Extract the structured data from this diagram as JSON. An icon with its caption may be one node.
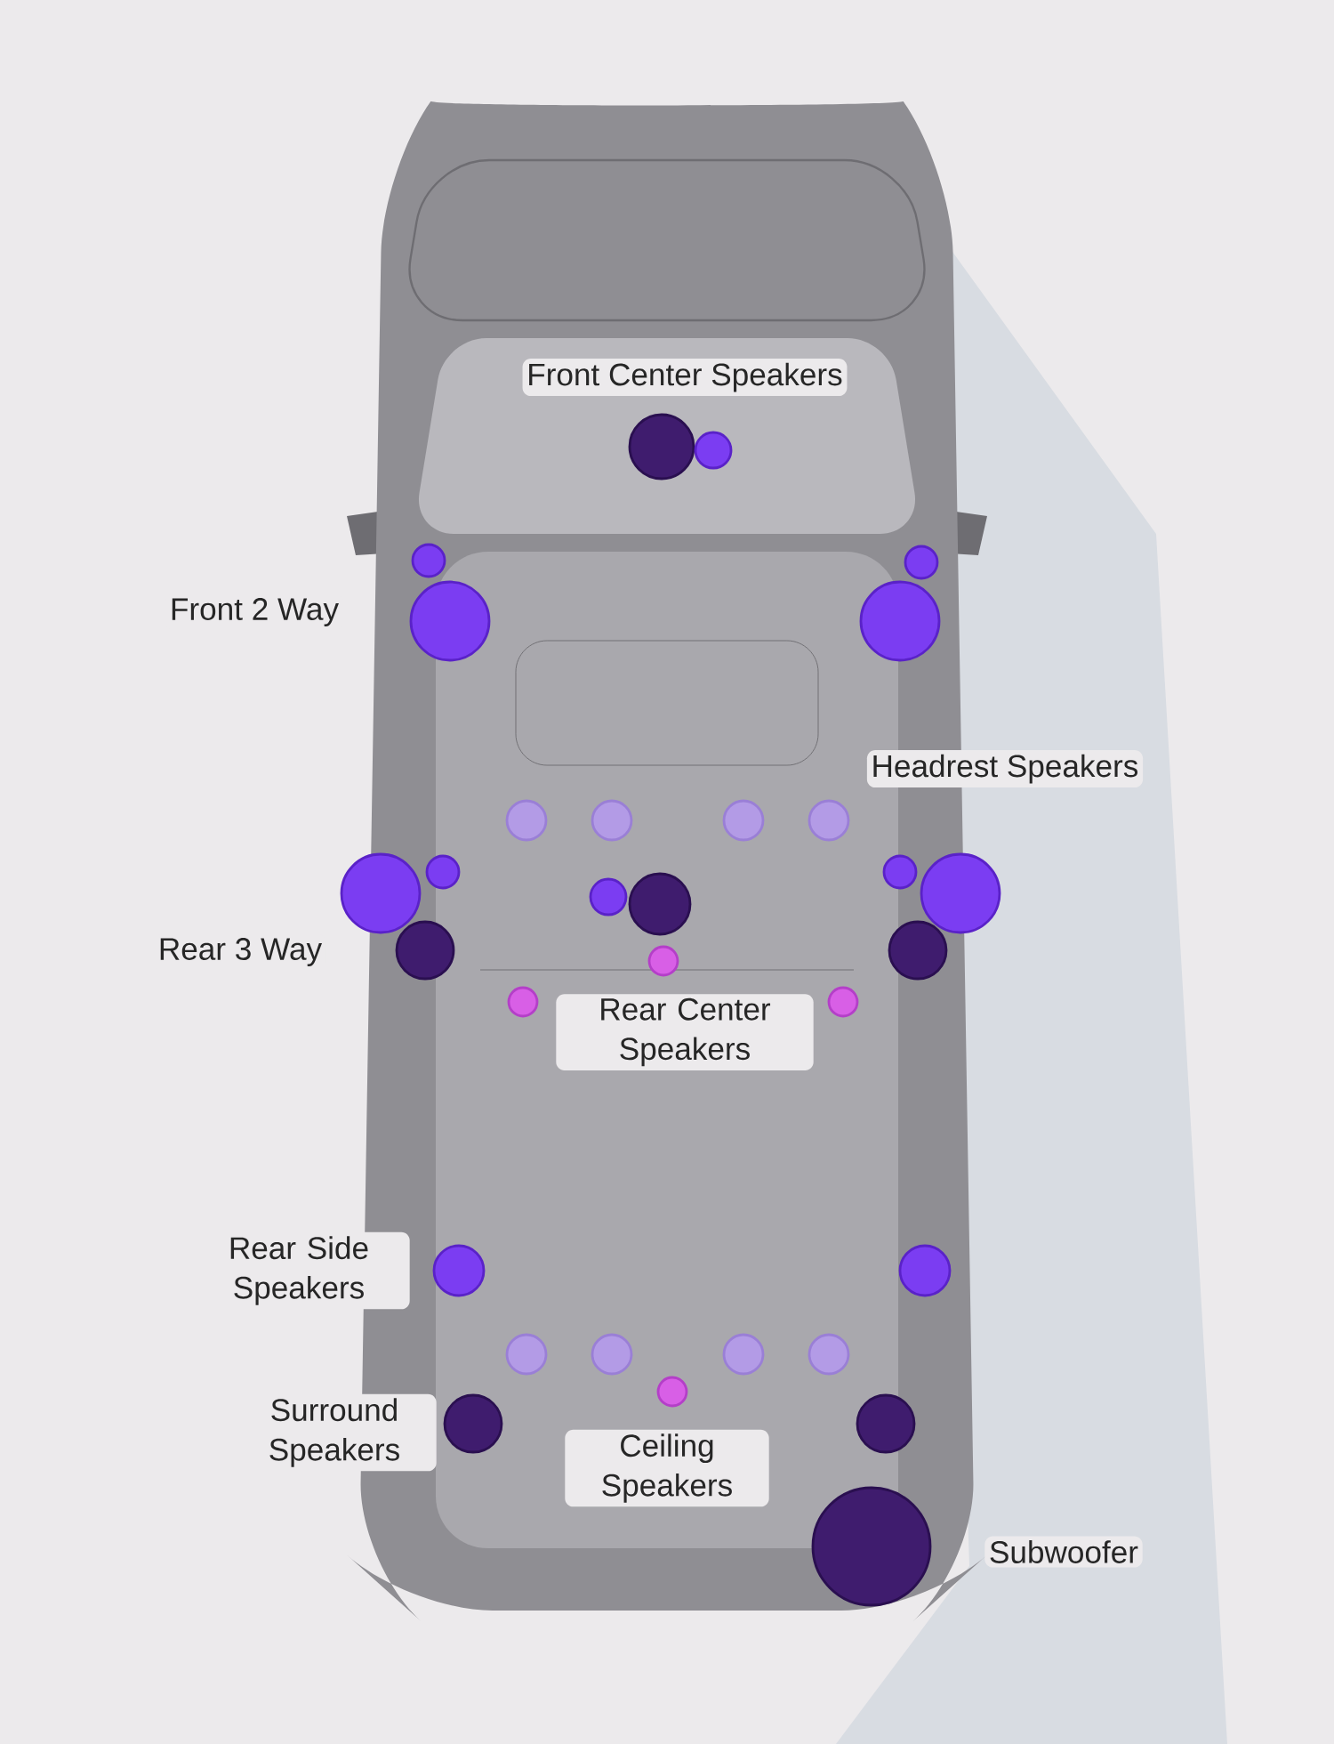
{
  "diagram": {
    "labels": [
      "Front Center Speakers",
      "Front 2 Way",
      "Headrest Speakers",
      "Rear 3 Way",
      "Rear Center Speakers",
      "Rear Side Speakers",
      "Surround Speakers",
      "Ceiling Speakers",
      "Subwoofer"
    ]
  }
}
